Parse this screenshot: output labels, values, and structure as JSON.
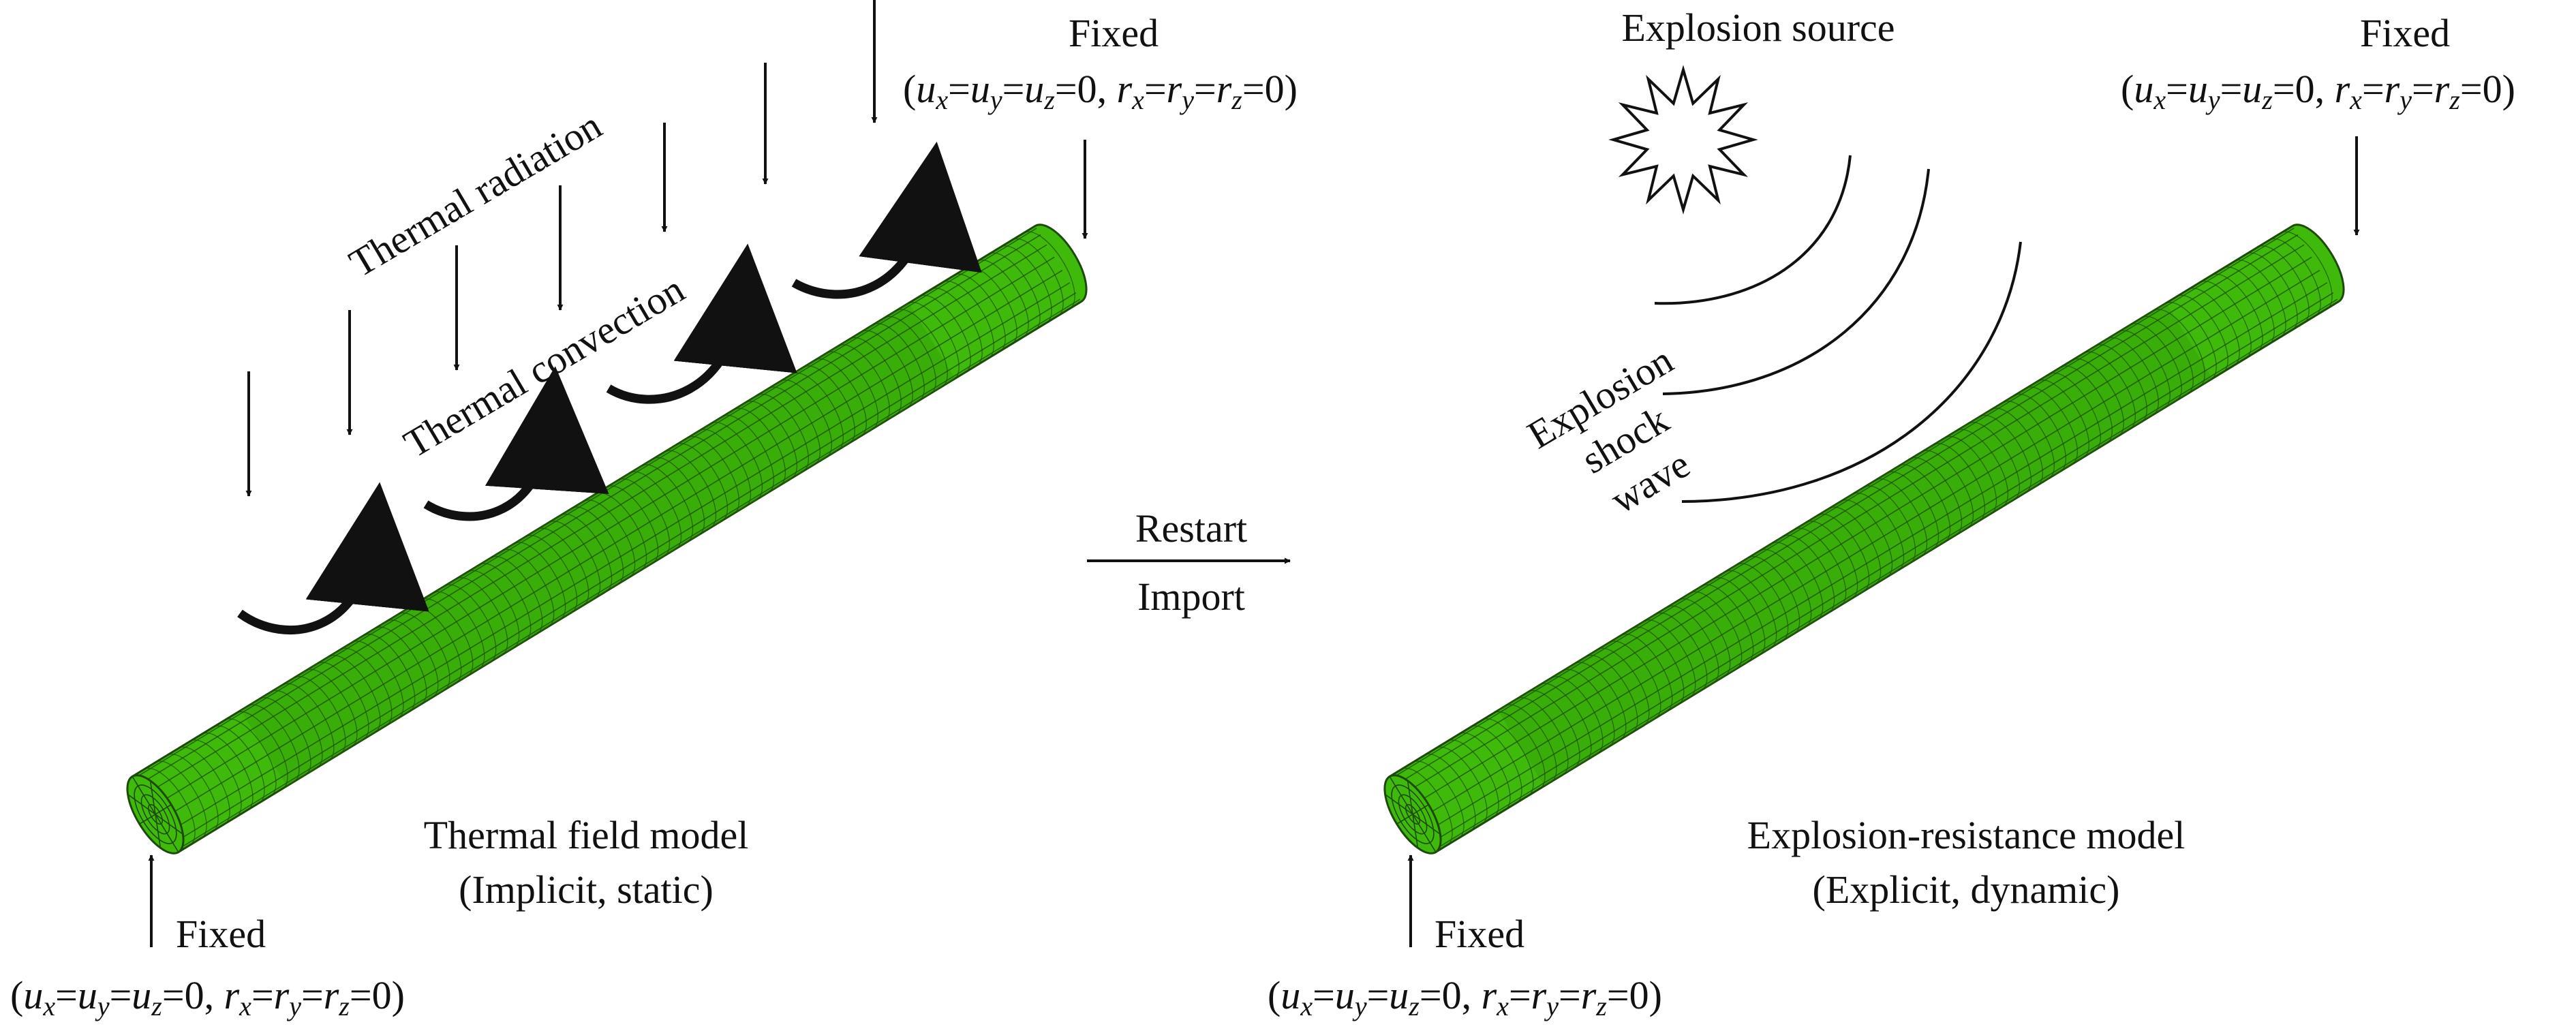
{
  "colors": {
    "member_fill": "#3fba0a",
    "member_shade": "#2e9606",
    "mesh_line": "#1c4a08",
    "ink": "#111111",
    "background": "#ffffff"
  },
  "left_model": {
    "title": "Thermal field model",
    "subtitle": "(Implicit, static)",
    "load_label_radiation": "Thermal radiation",
    "load_label_convection": "Thermal convection",
    "fixed_top": {
      "label": "Fixed",
      "bc": {
        "u": "u",
        "r": "r",
        "x": "x",
        "y": "y",
        "z": "z",
        "eq": "=",
        "zero": "=0",
        "sep": ", ",
        "open": "(",
        "close": ")"
      }
    },
    "fixed_bottom": {
      "label": "Fixed",
      "bc": {
        "u": "u",
        "r": "r",
        "x": "x",
        "y": "y",
        "z": "z",
        "eq": "=",
        "zero": "=0",
        "sep": ", ",
        "open": "(",
        "close": ")"
      }
    }
  },
  "transition": {
    "top_label": "Restart",
    "bottom_label": "Import"
  },
  "right_model": {
    "title": "Explosion-resistance model",
    "subtitle": "(Explicit, dynamic)",
    "source_label": "Explosion source",
    "wave_label_lines": [
      "Explosion",
      "shock",
      "wave"
    ],
    "fixed_top": {
      "label": "Fixed",
      "bc": {
        "u": "u",
        "r": "r",
        "x": "x",
        "y": "y",
        "z": "z",
        "eq": "=",
        "zero": "=0",
        "sep": ", ",
        "open": "(",
        "close": ")"
      }
    },
    "fixed_bottom": {
      "label": "Fixed",
      "bc": {
        "u": "u",
        "r": "r",
        "x": "x",
        "y": "y",
        "z": "z",
        "eq": "=",
        "zero": "=0",
        "sep": ", ",
        "open": "(",
        "close": ")"
      }
    }
  }
}
